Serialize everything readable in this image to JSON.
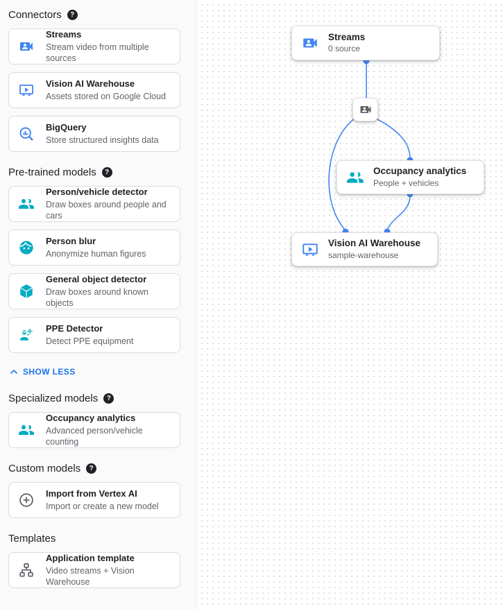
{
  "sidebar": {
    "sections": [
      {
        "title": "Connectors",
        "help_icon": "help-circle-icon",
        "items": [
          {
            "icon": "video-camera-front-icon",
            "color": "blue",
            "title": "Streams",
            "description": "Stream video from multiple sources"
          },
          {
            "icon": "smart-display-icon",
            "color": "blue",
            "title": "Vision AI Warehouse",
            "description": "Assets stored on Google Cloud"
          },
          {
            "icon": "bigquery-magnifier-icon",
            "color": "blue",
            "title": "BigQuery",
            "description": "Store structured insights data"
          }
        ]
      },
      {
        "title": "Pre-trained models",
        "help_icon": "help-circle-icon",
        "items": [
          {
            "icon": "people-group-icon",
            "color": "teal",
            "title": "Person/vehicle detector",
            "description": "Draw boxes around people and cars"
          },
          {
            "icon": "person-face-icon",
            "color": "teal",
            "title": "Person blur",
            "description": "Anonymize human figures"
          },
          {
            "icon": "cube-icon",
            "color": "teal",
            "title": "General object detector",
            "description": "Draw boxes around known objects"
          },
          {
            "icon": "ppe-person-icon",
            "color": "teal",
            "title": "PPE Detector",
            "description": "Detect PPE equipment"
          }
        ]
      },
      {
        "title": "Specialized models",
        "help_icon": "help-circle-icon",
        "items": [
          {
            "icon": "people-group-icon",
            "color": "teal",
            "title": "Occupancy analytics",
            "description": "Advanced person/vehicle counting"
          }
        ]
      },
      {
        "title": "Custom models",
        "help_icon": "help-circle-icon",
        "items": [
          {
            "icon": "add-circle-icon",
            "color": "gray",
            "title": "Import from Vertex AI",
            "description": "Import or create a new model"
          }
        ]
      },
      {
        "title": "Templates",
        "help_icon": null,
        "items": [
          {
            "icon": "org-tree-icon",
            "color": "gray",
            "title": "Application template",
            "description": "Video streams + Vision Warehouse"
          }
        ]
      }
    ],
    "show_less_label": "SHOW LESS",
    "show_less_icon": "chevron-up-icon"
  },
  "canvas": {
    "nodes": {
      "streams": {
        "icon": "video-camera-front-icon",
        "title": "Streams",
        "subtitle": "0 source"
      },
      "stream_hub": {
        "icon": "video-camera-front-icon"
      },
      "occupancy": {
        "icon": "people-group-icon",
        "title": "Occupancy analytics",
        "subtitle": "People + vehicles"
      },
      "warehouse": {
        "icon": "smart-display-icon",
        "title": "Vision AI Warehouse",
        "subtitle": "sample-warehouse"
      }
    }
  },
  "colors": {
    "icon_blue": "#4285f4",
    "model_teal": "#00acc1",
    "icon_gray": "#5f6368",
    "link_blue": "#1a73e8",
    "edge_blue": "#4285f4",
    "card_border": "#dadce0",
    "canvas_dot": "#e2e0dd",
    "text_primary": "#202124",
    "text_secondary": "#5f6368"
  }
}
